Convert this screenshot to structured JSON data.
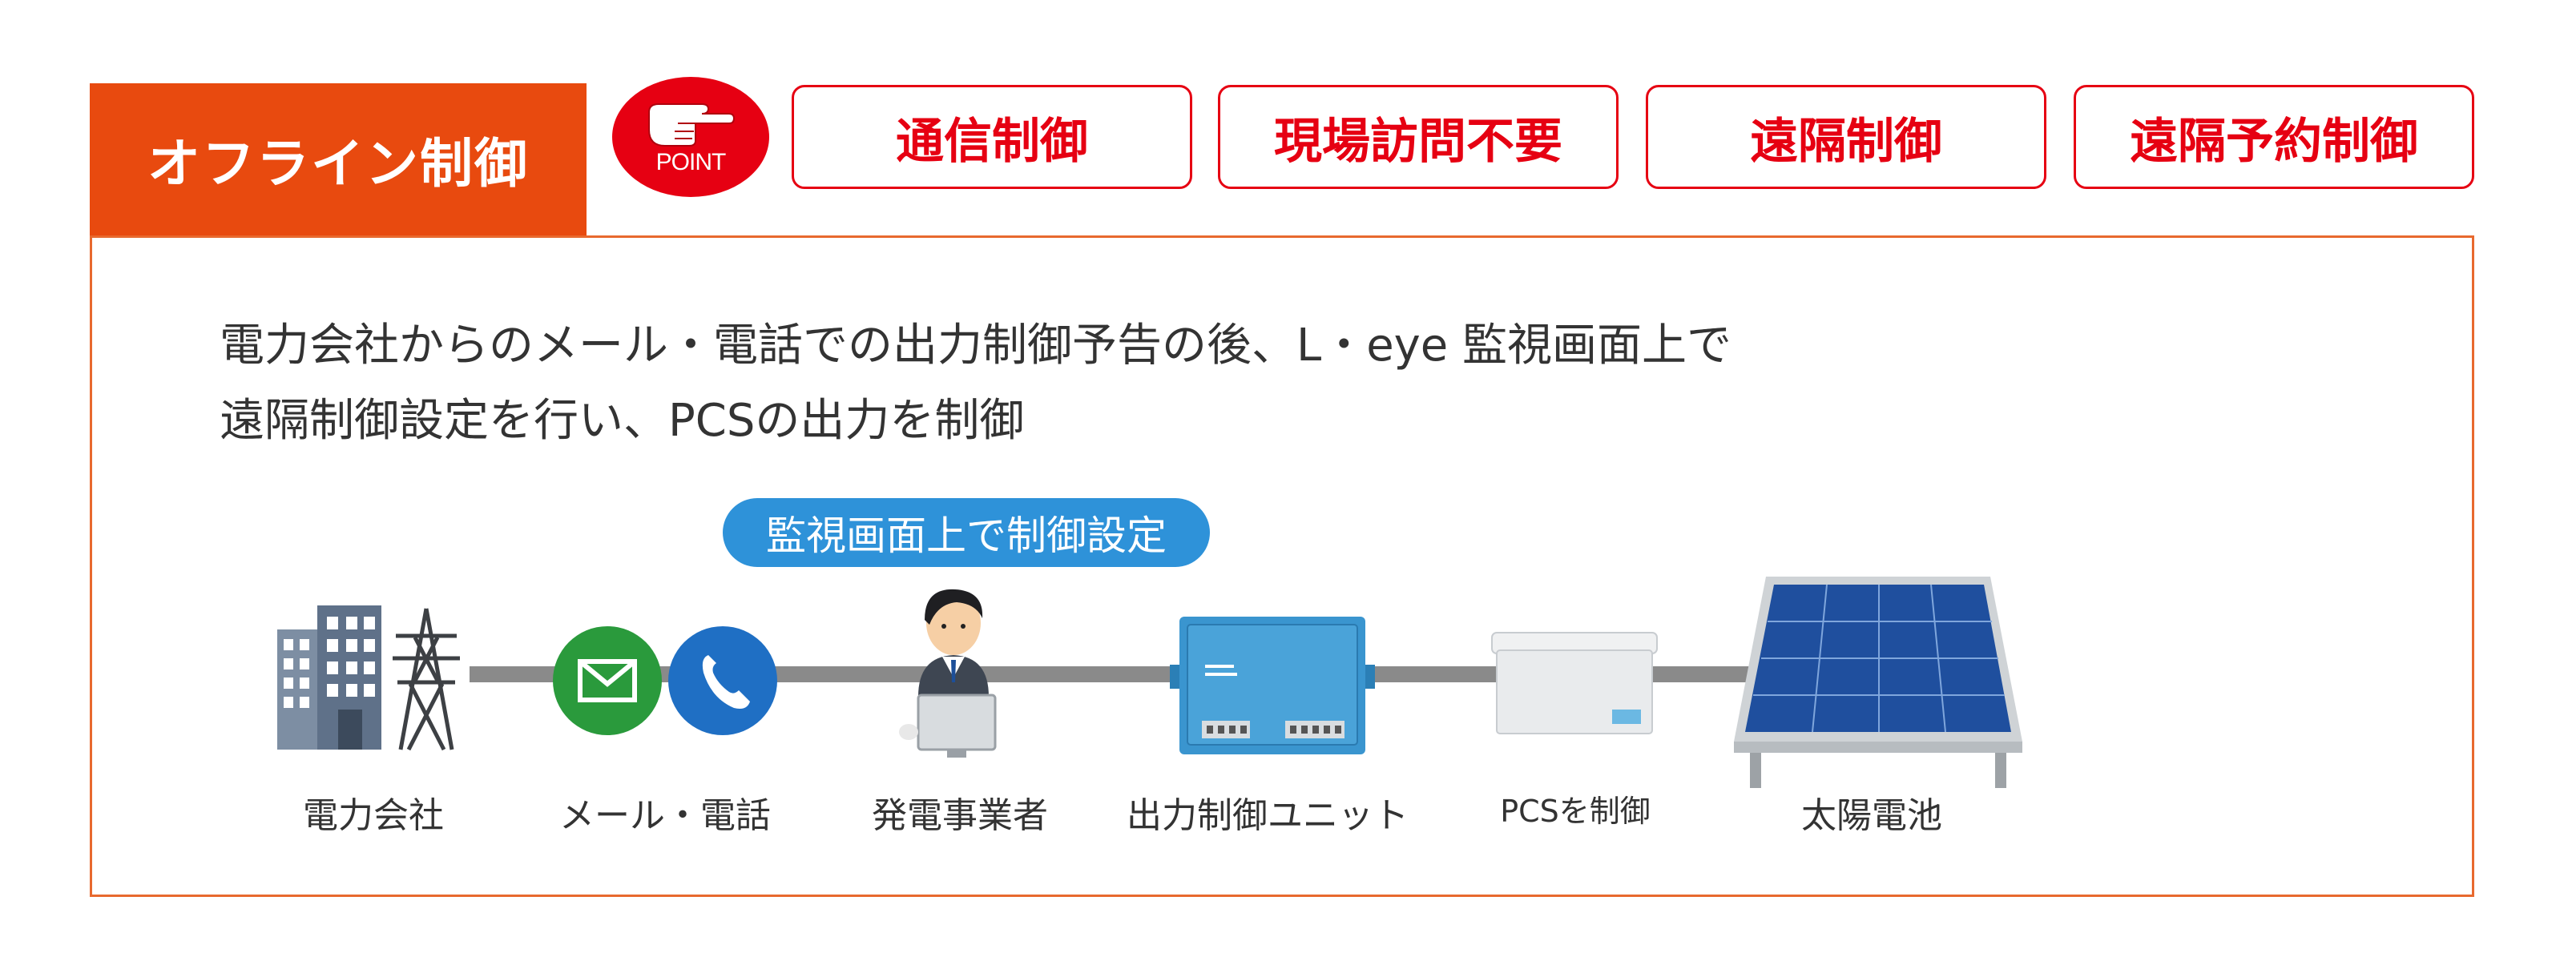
{
  "header": {
    "title": "オフライン制御",
    "point_label": "POINT",
    "tags": [
      "通信制御",
      "現場訪問不要",
      "遠隔制御",
      "遠隔予約制御"
    ]
  },
  "description": {
    "line1": "電力会社からのメール・電話での出力制御予告の後、L・eye 監視画面上で",
    "line2": "遠隔制御設定を行い、PCSの出力を制御"
  },
  "flow": {
    "highlight": "監視画面上で制御設定",
    "captions": [
      "電力会社",
      "メール・電話",
      "発電事業者",
      "出力制御ユニット",
      "PCSを制御",
      "太陽電池"
    ]
  },
  "colors": {
    "title_bg": "#e84a0f",
    "accent_red": "#e60012",
    "frame": "#e8692e",
    "pill_blue": "#2e92d9",
    "mail_green": "#2a9a3c",
    "phone_blue": "#1f6fc4"
  }
}
